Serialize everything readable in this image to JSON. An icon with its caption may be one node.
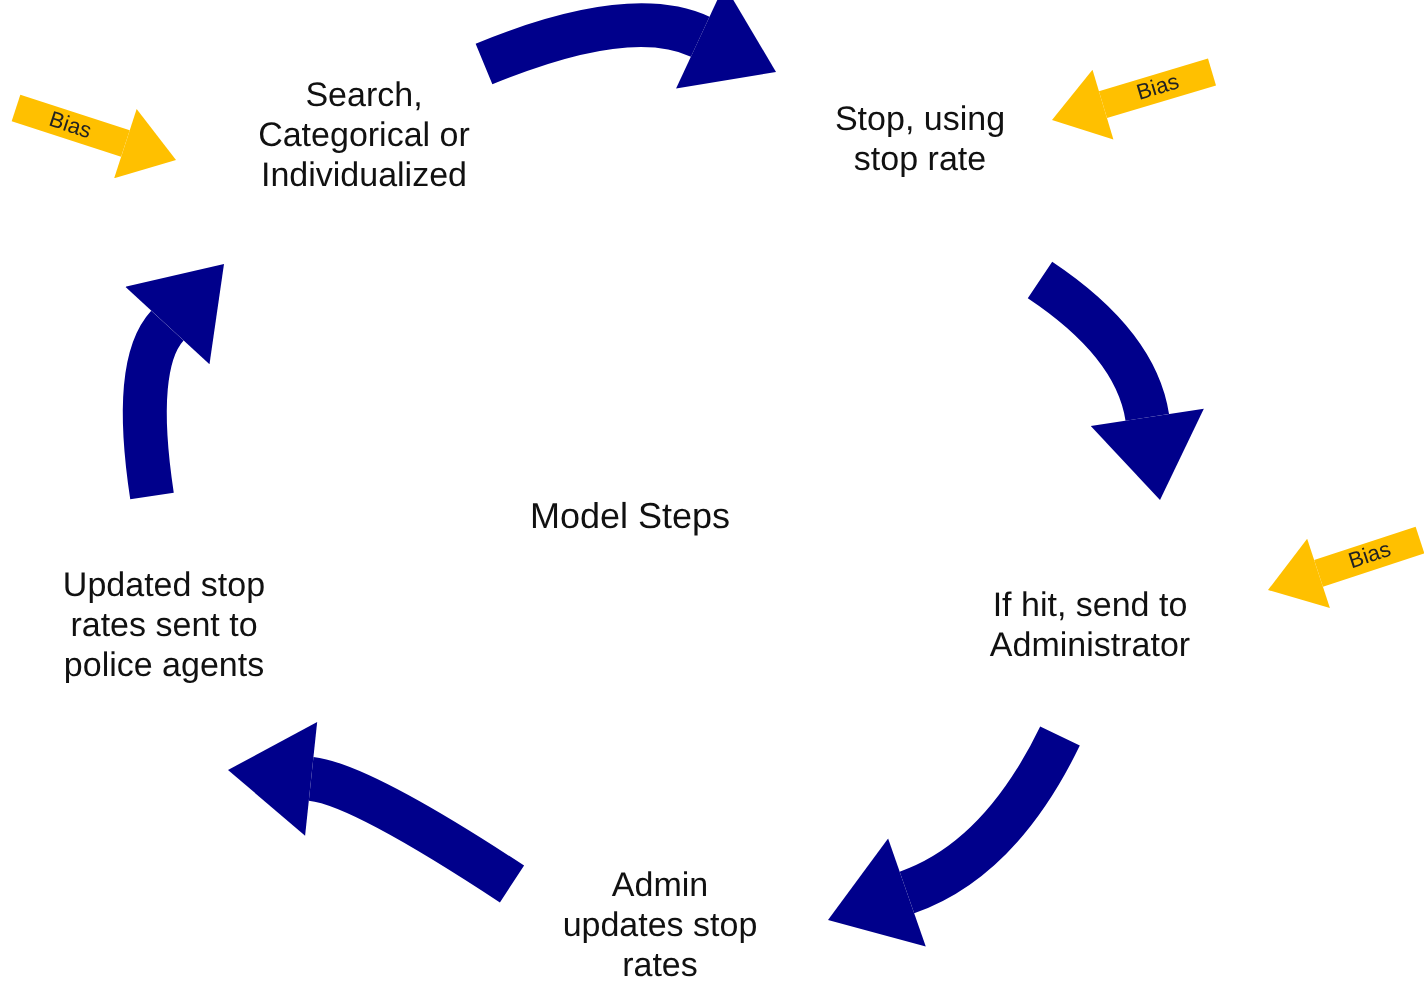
{
  "diagram": {
    "title": "Model Steps",
    "nodes": [
      {
        "text": [
          "Search, Categorical or Individualized"
        ]
      },
      {
        "text": [
          "Stop, using stop rate"
        ]
      },
      {
        "text": [
          "If hit, send to Administrator"
        ]
      },
      {
        "text": [
          "Admin updates stop rates"
        ]
      },
      {
        "text": [
          "Updated stop rates sent to police agents"
        ]
      }
    ],
    "edges": [
      {
        "from": 0,
        "to": 1,
        "arrow": "to"
      },
      {
        "from": 1,
        "to": 2,
        "arrow": "to"
      },
      {
        "from": 2,
        "to": 3,
        "arrow": "to"
      },
      {
        "from": 3,
        "to": 4,
        "arrow": "to"
      },
      {
        "from": 4,
        "to": 0,
        "arrow": "to"
      },
      {
        "from": null,
        "to": 0,
        "arrow": "to",
        "color": "#ffc000",
        "label": "Bias"
      },
      {
        "from": null,
        "to": 1,
        "arrow": "to",
        "color": "#ffc000",
        "label": "Bias"
      },
      {
        "from": null,
        "to": 2,
        "arrow": "to",
        "color": "#ffc000",
        "label": "Bias"
      }
    ]
  }
}
